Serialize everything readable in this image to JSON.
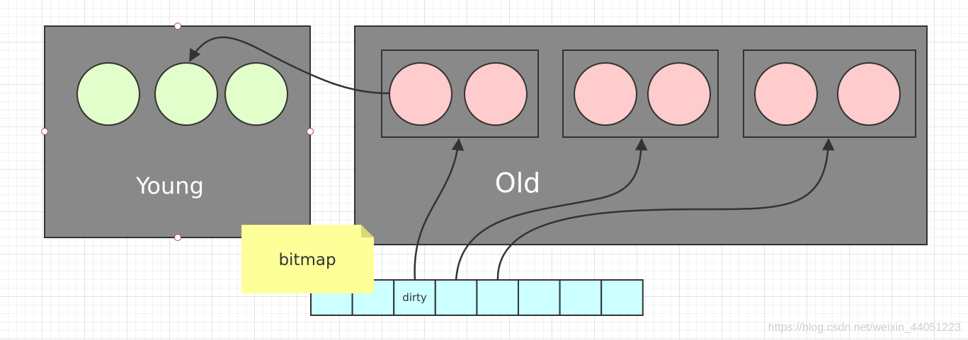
{
  "diagram": {
    "young": {
      "label": "Young",
      "object_count": 3,
      "fill": "#898989",
      "object_fill": "#e2fecb"
    },
    "old": {
      "label": "Old",
      "cards": [
        {
          "object_count": 2
        },
        {
          "object_count": 2
        },
        {
          "object_count": 2
        }
      ],
      "fill": "#898989",
      "object_fill": "#fecccc"
    },
    "note": {
      "label": "bitmap",
      "fill": "#ffff99"
    },
    "bitmap": {
      "cells": [
        "",
        "",
        "dirty",
        "",
        "",
        "",
        "",
        ""
      ],
      "fill": "#ccffff"
    },
    "watermark": "https://blog.csdn.net/weixin_44051223"
  }
}
